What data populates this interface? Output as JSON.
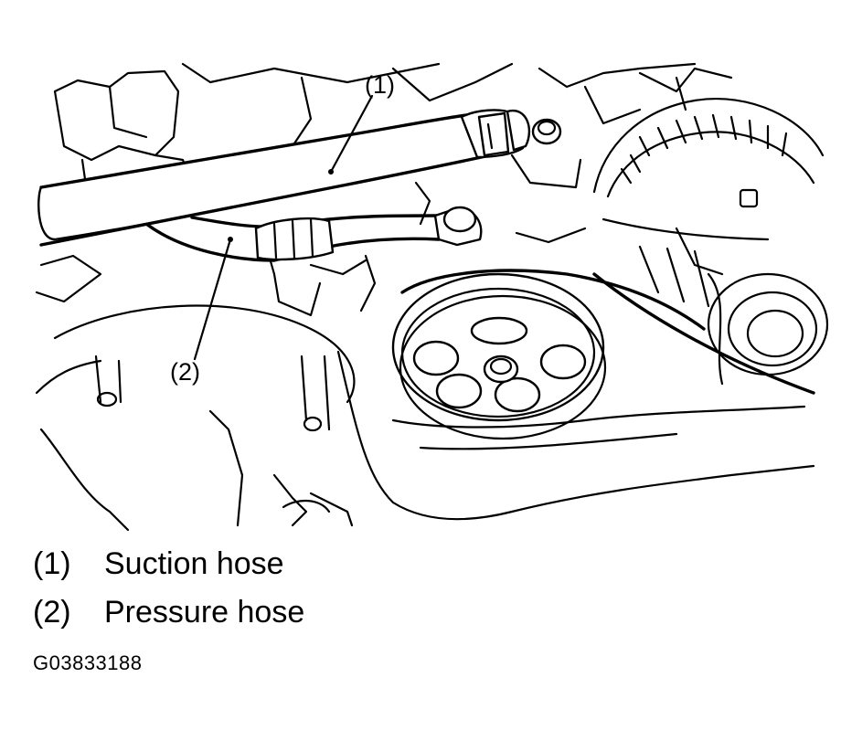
{
  "callouts": {
    "c1": "(1)",
    "c2": "(2)"
  },
  "legend": [
    {
      "num": "(1)",
      "label": "Suction hose"
    },
    {
      "num": "(2)",
      "label": "Pressure hose"
    }
  ],
  "figure_id": "G03833188"
}
